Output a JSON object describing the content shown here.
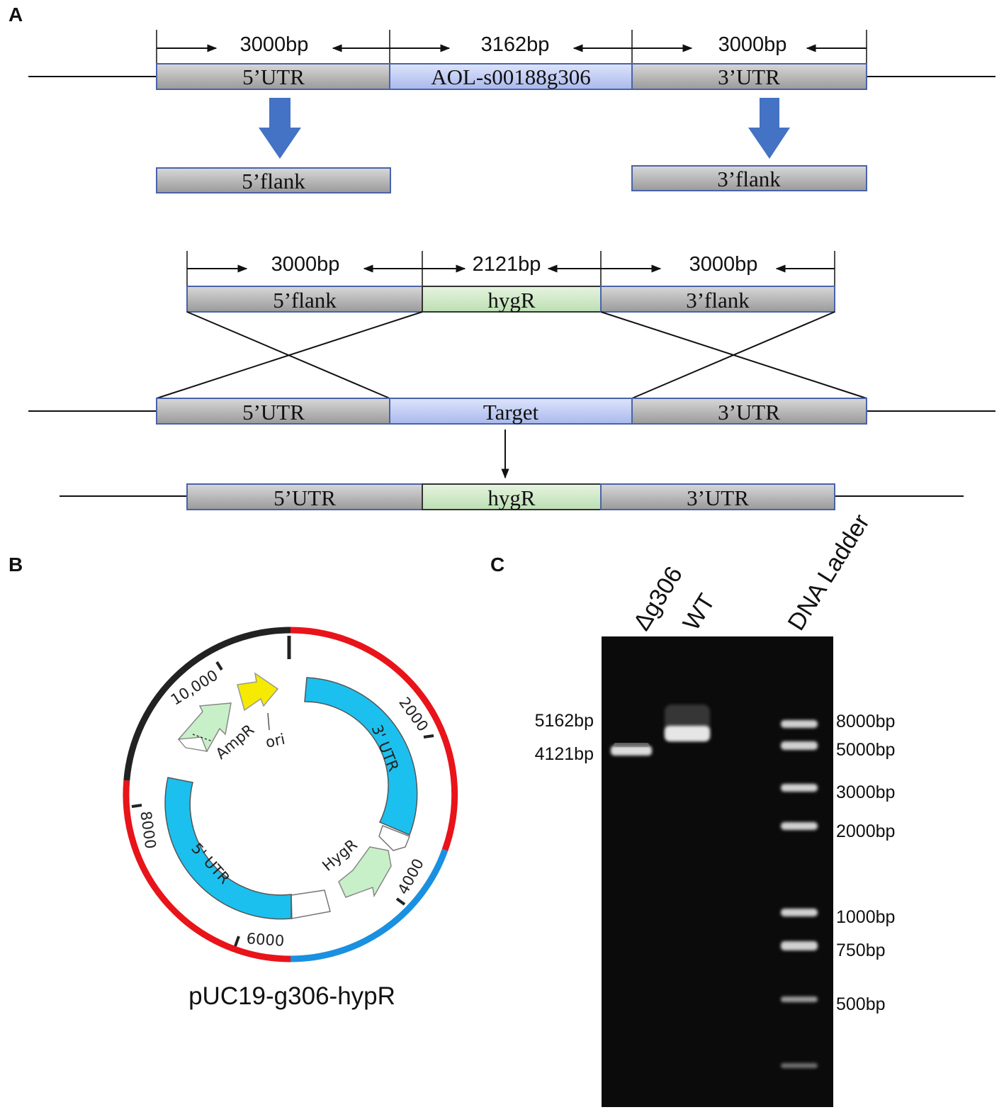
{
  "panels": {
    "a": "A",
    "b": "B",
    "c": "C"
  },
  "colors": {
    "box_grey": "#a8a8a8",
    "box_blue": "#b9c7ef",
    "box_green": "#cfe8c8",
    "box_border": "#4a63a8",
    "arrow_blue": "#4472c4",
    "plasmid_red": "#e8141a",
    "plasmid_blue": "#1a90e0",
    "plasmid_black": "#222222",
    "utr_cyan": "#1cc0ee",
    "hyg_green": "#c8f0c8",
    "ori_yellow": "#f5ea00"
  },
  "panel_a": {
    "wildtype": {
      "sizes": [
        "3000bp",
        "3162bp",
        "3000bp"
      ],
      "segments": [
        "5’UTR",
        "AOL-s00188g306",
        "3’UTR"
      ]
    },
    "flanks": [
      "5’flank",
      "3’flank"
    ],
    "cassette": {
      "sizes": [
        "3000bp",
        "2121bp",
        "3000bp"
      ],
      "segments": [
        "5’flank",
        "hygR",
        "3’flank"
      ]
    },
    "genome": {
      "segments": [
        "5’UTR",
        "Target",
        "3’UTR"
      ]
    },
    "mutant": {
      "segments": [
        "5’UTR",
        "hygR",
        "3’UTR"
      ]
    }
  },
  "panel_b": {
    "name": "pUC19-g306-hypR",
    "features": {
      "utr3": "3' UTR",
      "utr5": "5' UTR",
      "hygr": "HygR",
      "ampr": "AmpR",
      "ori": "ori"
    },
    "ticks": [
      "2000",
      "4000",
      "6000",
      "8000",
      "10,000"
    ]
  },
  "panel_c": {
    "lanes": [
      "Δg306",
      "WT",
      "DNA Ladder"
    ],
    "sample_sizes": [
      "5162bp",
      "4121bp"
    ],
    "ladder": [
      "8000bp",
      "5000bp",
      "3000bp",
      "2000bp",
      "1000bp",
      "750bp",
      "500bp"
    ]
  }
}
